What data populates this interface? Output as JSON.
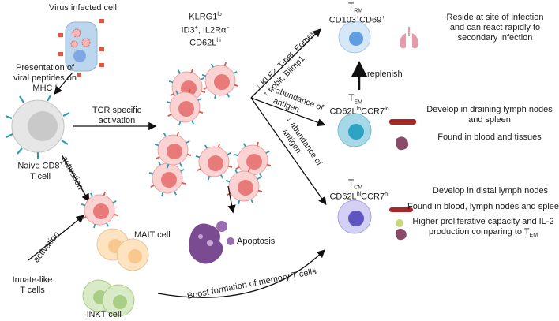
{
  "labels": {
    "virus_cell": "Virus infected cell",
    "presentation": [
      "Presentation of",
      "viral peptides on",
      "MHC I"
    ],
    "naive": [
      "Naive CD8",
      "T cell"
    ],
    "naive_sup": "+",
    "tcr": [
      "TCR specific",
      "activation"
    ],
    "activation_vertical": "activation",
    "activation_diag": "activation",
    "innate": [
      "Innate-like",
      "T cells"
    ],
    "mait": "MAIT cell",
    "inkt": "iNKT cell",
    "apoptosis": "Apoptosis",
    "boost": "Boost formation of memory T cells",
    "effector_markers": {
      "klrg1": "KLRG1",
      "klrg1_sup": "lo",
      "id3": "ID3",
      "id3_sup": "+",
      "il2ra": ", IL2Rα",
      "il2ra_sup": "−",
      "cd62l": "CD62L",
      "cd62l_sup": "hi"
    },
    "tf_up": "↓ KLF2, T-bet, Eomes",
    "tf_down": "↑ hobit, Blimp1",
    "abundance_up": [
      "↑ abundance of",
      "antigen"
    ],
    "abundance_down": [
      "↓ abundance of",
      "antigen"
    ],
    "replenish": "replenish",
    "trm": {
      "t": "T",
      "sub": "RM",
      "markers": "CD103",
      "m_sup1": "+",
      "markers2": "CD69",
      "m_sup2": "+",
      "desc": [
        "Reside at site of infection",
        "and can react rapidly to",
        "secondary infection"
      ]
    },
    "tem": {
      "t": "T",
      "sub": "EM",
      "markers": "CD62L",
      "m_sup1": "lo",
      "markers2": "CCR7",
      "m_sup2": "lo",
      "desc1": [
        "Develop in draining lymph nodes",
        "and spleen"
      ],
      "desc2": "Found in blood and tissues"
    },
    "tcm": {
      "t": "T",
      "sub": "CM",
      "markers": "CD62L",
      "m_sup1": "hi",
      "markers2": "CCR7",
      "m_sup2": "hi",
      "desc1": "Develop in distal lymph nodes",
      "desc2": "Found in blood, lymph nodes and spleen",
      "desc3": [
        "Higher proliferative capacity and IL-2",
        "production comparing to T"
      ],
      "desc3_sub": "EM"
    }
  },
  "colors": {
    "naive": "#c9c9c9",
    "effector": "#f2a6a6",
    "effector_nucleus": "#e87a7a",
    "trm": "#cfe3f6",
    "trm_nucleus": "#5f9ee0",
    "tem": "#9fd4e6",
    "tem_nucleus": "#2ea3c4",
    "tcm": "#c7c4ef",
    "tcm_nucleus": "#5f55c2",
    "mait": "#fde3c0",
    "inkt": "#c9e2b3",
    "apoptosis": "#8a5aa0",
    "receptor": "#2b9bb8",
    "virus": "#e0563e"
  }
}
